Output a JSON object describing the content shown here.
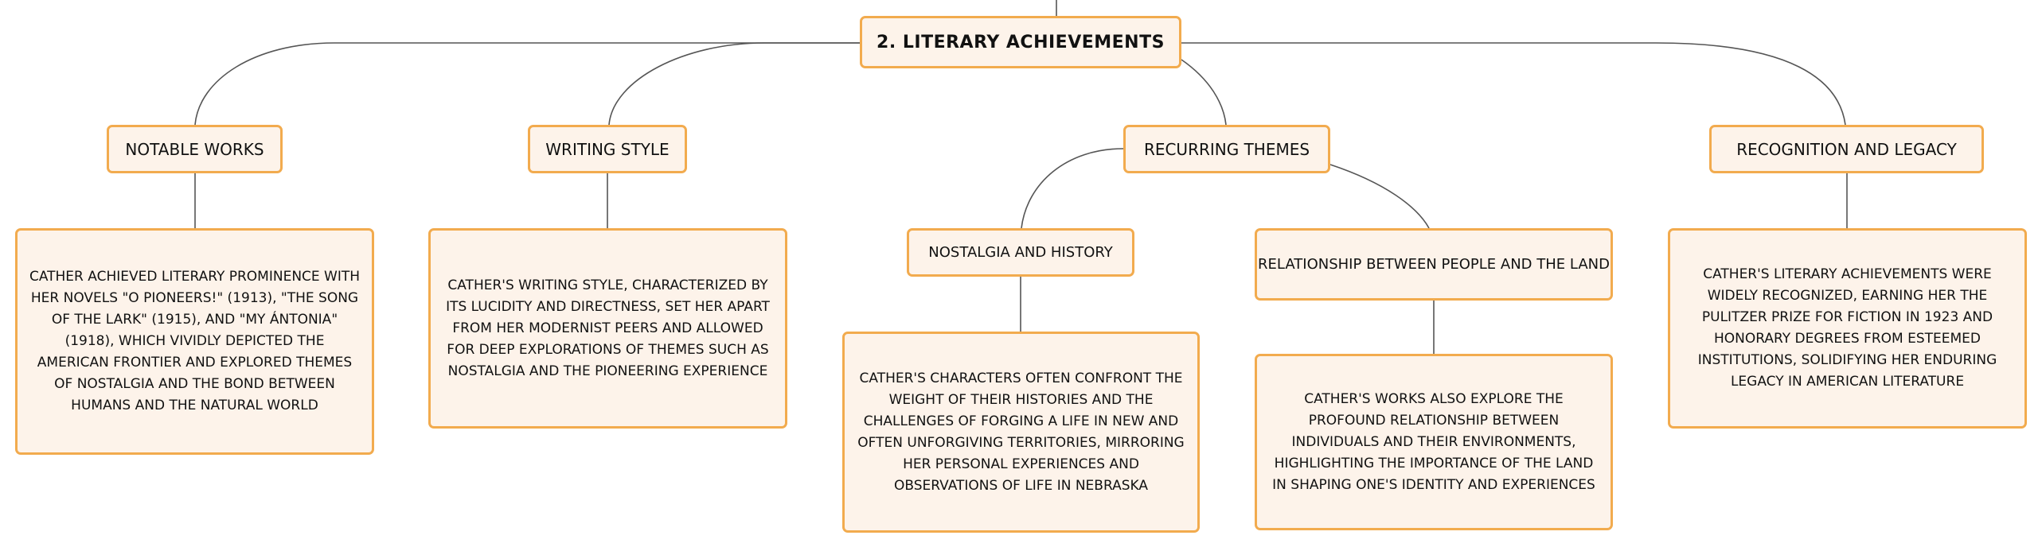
{
  "root": {
    "label": "2. Literary Achievements"
  },
  "branches": [
    {
      "label": "Notable Works"
    },
    {
      "label": "Writing Style"
    },
    {
      "label": "Recurring Themes"
    },
    {
      "label": "Recognition and Legacy"
    }
  ],
  "subtopics": [
    {
      "label": "Nostalgia and History"
    },
    {
      "label": "Relationship Between People and the Land"
    }
  ],
  "details": [
    {
      "text": "Cather achieved literary prominence with her novels \"O Pioneers!\" (1913), \"The Song of the Lark\" (1915), and \"My Ántonia\" (1918), which vividly depicted the American frontier and explored themes of nostalgia and the bond between humans and the natural world"
    },
    {
      "text": "Cather's writing style, characterized by its lucidity and directness, set her apart from her modernist peers and allowed for deep explorations of themes such as nostalgia and the pioneering experience"
    },
    {
      "text": "Cather's characters often confront the weight of their histories and the challenges of forging a life in new and often unforgiving territories, mirroring her personal experiences and observations of life in Nebraska"
    },
    {
      "text": "Cather's works also explore the profound relationship between individuals and their environments, highlighting the importance of the land in shaping one's identity and experiences"
    },
    {
      "text": "Cather's literary achievements were widely recognized, earning her the Pulitzer Prize for Fiction in 1923 and honorary degrees from esteemed institutions, solidifying her enduring legacy in American literature"
    }
  ],
  "colors": {
    "node_border": "#f2ab4e",
    "node_fill": "#fdf3ea",
    "connector": "#555555",
    "text": "#111111"
  }
}
